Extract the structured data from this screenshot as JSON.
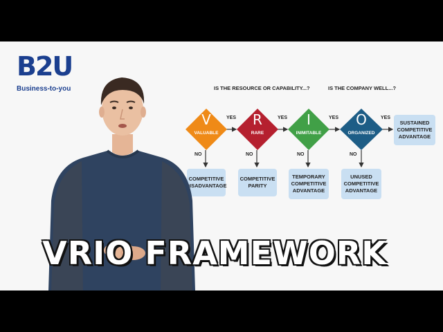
{
  "logo": {
    "main": "B2U",
    "sub": "Business-to-you"
  },
  "questions": {
    "q1": "IS THE RESOURCE OR CAPABILITY...?",
    "q2": "IS THE COMPANY WELL...?"
  },
  "steps": [
    {
      "letter": "V",
      "word": "VALUABLE",
      "color": "#ef8a17",
      "no_outcome": "COMPETITIVE\nDISADVANTAGE"
    },
    {
      "letter": "R",
      "word": "RARE",
      "color": "#b5202f",
      "no_outcome": "COMPETITIVE\nPARITY"
    },
    {
      "letter": "I",
      "word": "INIMITABLE",
      "color": "#41a047",
      "no_outcome": "TEMPORARY\nCOMPETITIVE\nADVANTAGE"
    },
    {
      "letter": "O",
      "word": "ORGANIZED",
      "color": "#1d5d86",
      "no_outcome": "UNUSED\nCOMPETITIVE\nADVANTAGE"
    }
  ],
  "yes_label": "YES",
  "no_label": "NO",
  "final_outcome": "SUSTAINED\nCOMPETITIVE\nADVANTAGE",
  "box_color": "#c9dff2",
  "caption": "VRIO FRAMEWORK"
}
